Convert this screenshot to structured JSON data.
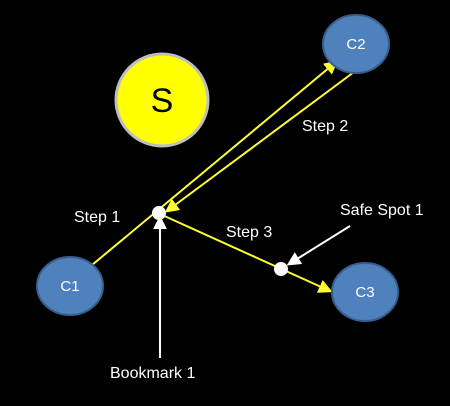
{
  "colors": {
    "background": "#000000",
    "sun_fill": "#ffff00",
    "sun_stroke": "#bfbfbf",
    "node_fill": "#4f81bd",
    "node_stroke": "#385d8a",
    "path_line": "#ffff33",
    "pointer_line": "#ffffff",
    "waypoint": "#ffffff"
  },
  "nodes": {
    "sun": "S",
    "c1": "C1",
    "c2": "C2",
    "c3": "C3"
  },
  "labels": {
    "step1": "Step 1",
    "step2": "Step 2",
    "step3": "Step 3",
    "bookmark": "Bookmark 1",
    "safe_spot": "Safe Spot 1"
  }
}
